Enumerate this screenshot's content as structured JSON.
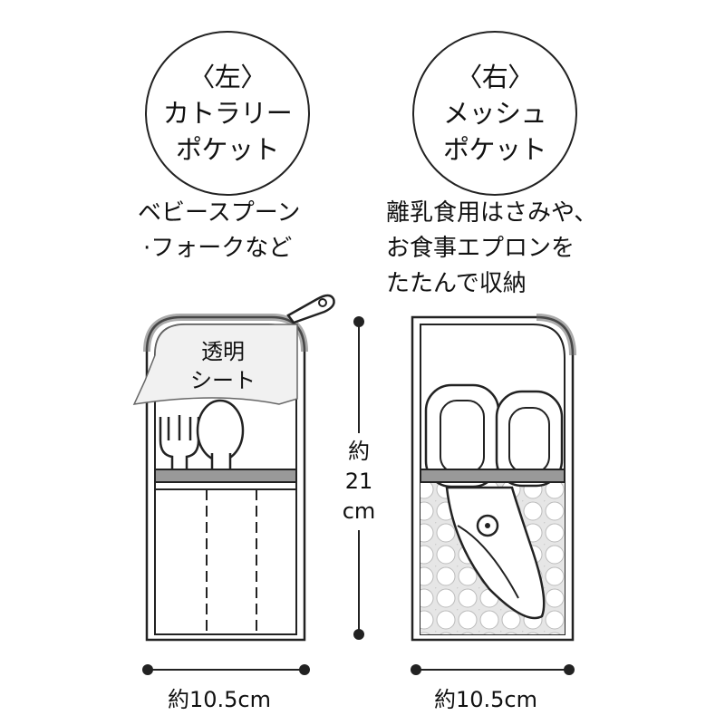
{
  "left": {
    "circle": [
      "〈左〉",
      "カトラリー",
      "ポケット"
    ],
    "desc": [
      "ベビースプーン",
      "·フォークなど"
    ],
    "sheet": [
      "透明",
      "シート"
    ],
    "width": "約10.5cm"
  },
  "right": {
    "circle": [
      "〈右〉",
      "メッシュ",
      "ポケット"
    ],
    "desc": [
      "離乳食用はさみや、",
      "お食事エプロンを",
      "たたんで収納"
    ],
    "width": "約10.5cm"
  },
  "height": [
    "約",
    "21",
    "cm"
  ]
}
